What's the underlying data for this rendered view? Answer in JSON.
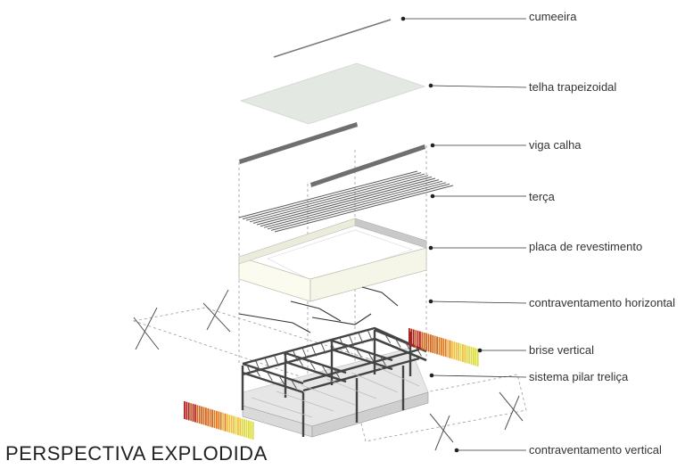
{
  "title": "PERSPECTIVA EXPLODIDA",
  "labels": [
    {
      "id": "cumeeira",
      "text": "cumeeira"
    },
    {
      "id": "telha",
      "text": "telha trapeizoidal"
    },
    {
      "id": "viga",
      "text": "viga calha"
    },
    {
      "id": "terca",
      "text": "terça"
    },
    {
      "id": "placa",
      "text": "placa de revestimento"
    },
    {
      "id": "cvh",
      "text": "contraventamento horizontal"
    },
    {
      "id": "brise",
      "text": "brise vertical"
    },
    {
      "id": "pilar",
      "text": "sistema pilar treliça"
    },
    {
      "id": "cvv",
      "text": "contraventamento vertical"
    }
  ],
  "colors": {
    "leader": "#333333",
    "roof": "#e4e8e2",
    "wall_face": "#fbfbf0",
    "wall_side": "#cfcfcf",
    "steel": "#444444",
    "brise": [
      "#b22222",
      "#d2691e",
      "#e07a20",
      "#f0c040",
      "#dcdc40"
    ]
  }
}
